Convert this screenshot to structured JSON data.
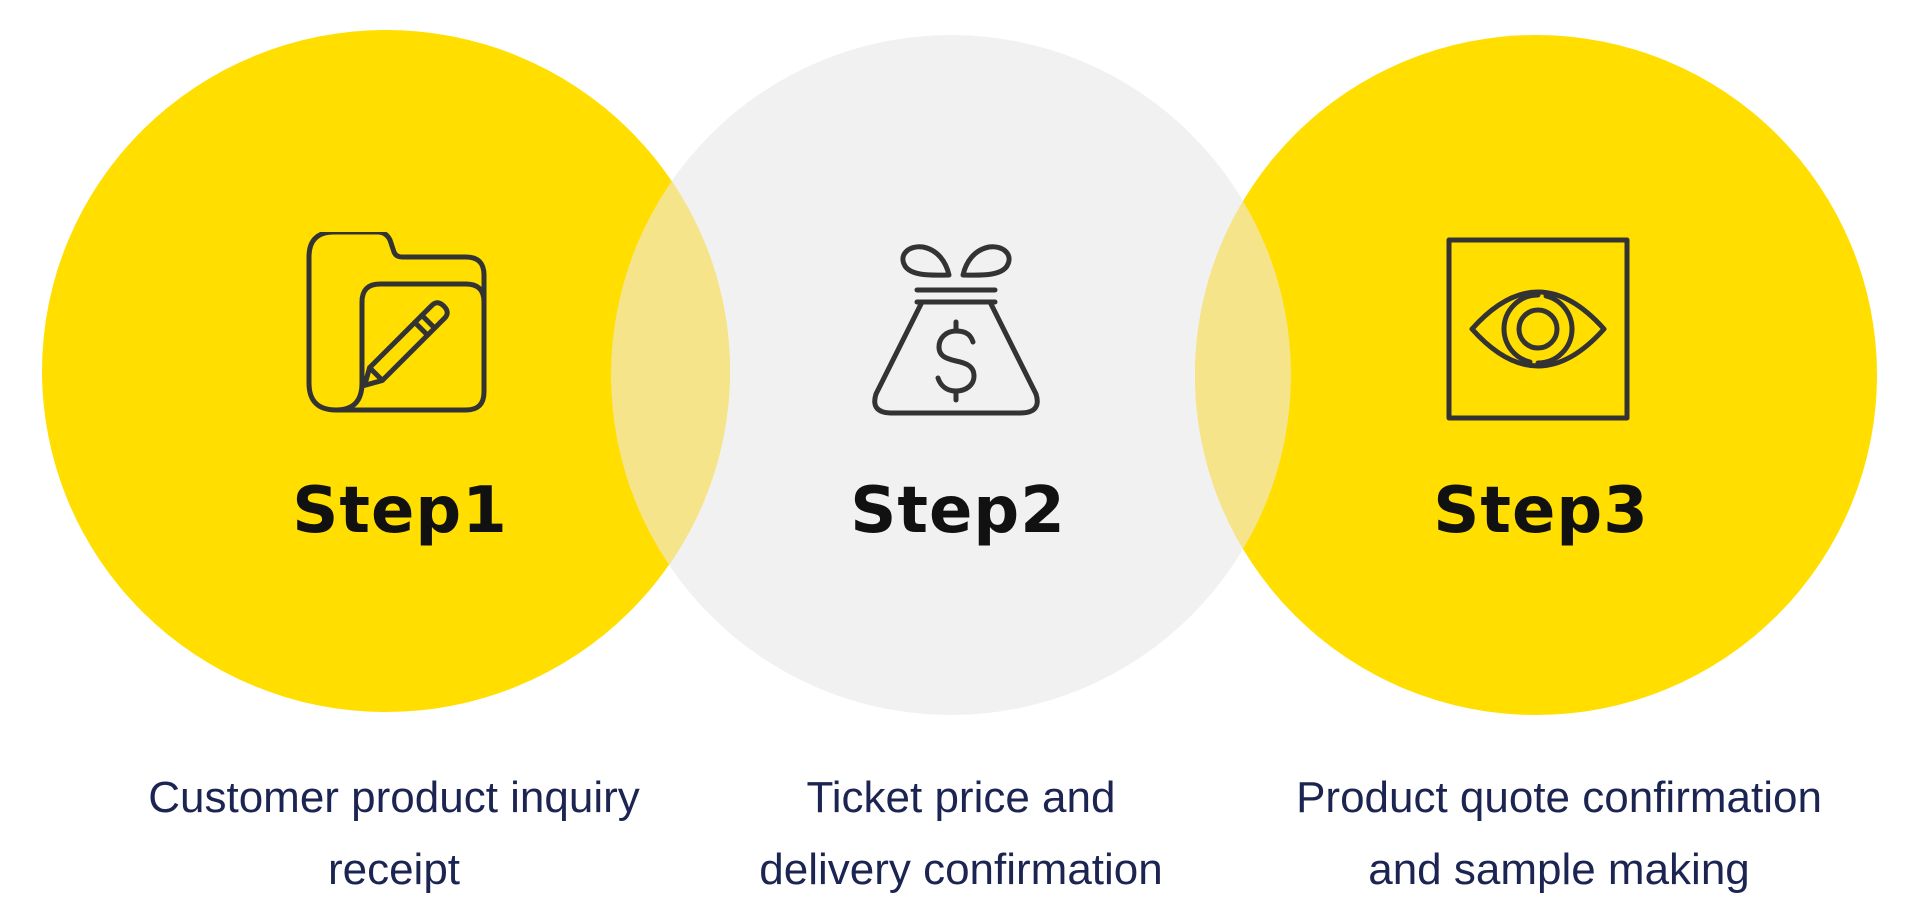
{
  "colors": {
    "accent_yellow": "#FFDE00",
    "neutral_gray": "#F2F1F1",
    "overlap_yellow": "#F5E48A",
    "title_text": "#111111",
    "description_text": "#1C2452",
    "icon_stroke": "#333333"
  },
  "steps": [
    {
      "title": "Step1",
      "icon": "folder-pencil-icon",
      "description_line1": "Customer product inquiry",
      "description_line2": "receipt"
    },
    {
      "title": "Step2",
      "icon": "money-bag-icon",
      "description_line1": "Ticket price and",
      "description_line2": "delivery confirmation"
    },
    {
      "title": "Step3",
      "icon": "eye-box-icon",
      "description_line1": "Product quote confirmation",
      "description_line2": "and sample making"
    }
  ]
}
